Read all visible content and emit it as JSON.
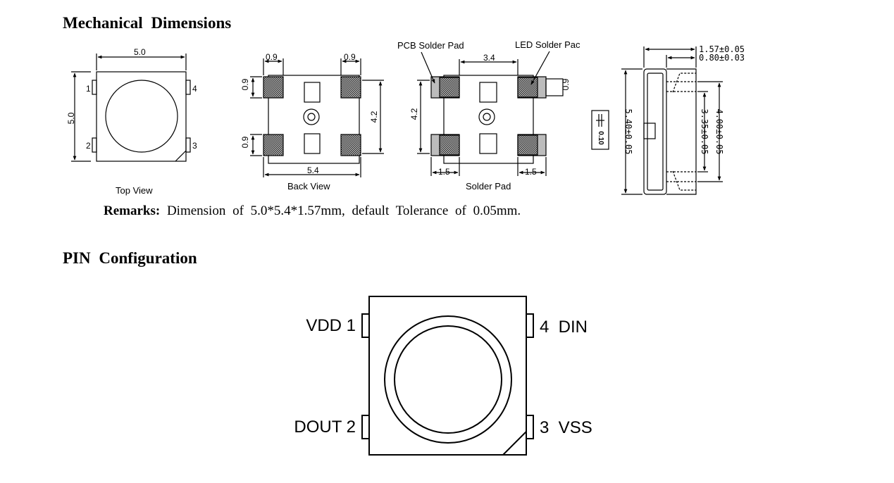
{
  "sections": {
    "mechanical_title": "Mechanical Dimensions",
    "pin_title": "PIN Configuration"
  },
  "remarks": {
    "label": "Remarks:",
    "text": "Dimension of 5.0*5.4*1.57mm, default Tolerance of 0.05mm."
  },
  "top_view": {
    "caption": "Top View",
    "width_dim": "5.0",
    "height_dim": "5.0",
    "pins": [
      "1",
      "2",
      "3",
      "4"
    ]
  },
  "back_view": {
    "caption": "Back View",
    "pad_width_left": "0.9",
    "pad_width_right": "0.9",
    "pad_height_top": "0.9",
    "pad_height_bottom": "0.9",
    "pad_span": "4.2",
    "body_width": "5.4"
  },
  "solder_pad": {
    "caption": "Solder Pad",
    "pcb_label": "PCB Solder Pad",
    "led_label": "LED Solder Pac",
    "pad_gap": "3.4",
    "pad_height": "0.9",
    "pad_span": "4.2",
    "pad_length_left": "1.5",
    "pad_length_right": "1.5"
  },
  "side_view": {
    "thickness": "1.57±0.05",
    "lens_height": "0.80±0.03",
    "length": "5.40±0.05",
    "inner_1": "3.35±0.05",
    "inner_2": "4.00±0.05",
    "small_dim": "0.10"
  },
  "pin_config": {
    "pin1": "VDD 1",
    "pin2": "DOUT 2",
    "pin3": "3  VSS",
    "pin4": "4  DIN"
  }
}
